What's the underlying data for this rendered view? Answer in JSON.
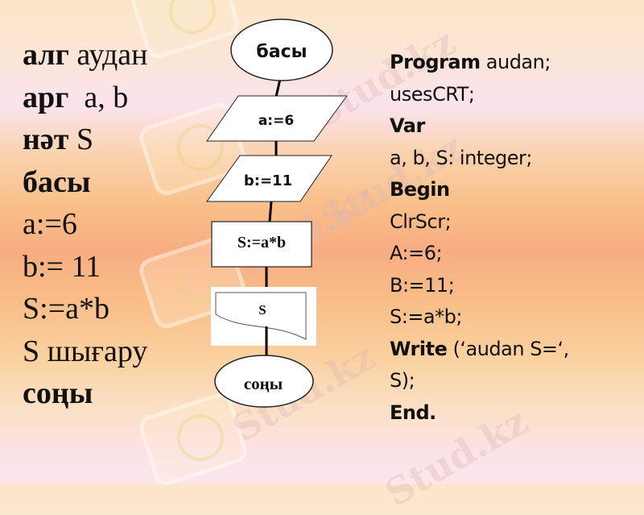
{
  "watermark": {
    "text": "Stud.kz"
  },
  "algorithm": {
    "lines": [
      {
        "keyword": "алг",
        "text": " аудан"
      },
      {
        "keyword": "арг",
        "text": "  a, b"
      },
      {
        "keyword": "нәт",
        "text": " S"
      },
      {
        "keyword": "басы",
        "text": ""
      },
      {
        "keyword": "",
        "text": "a:=6"
      },
      {
        "keyword": "",
        "text": "b:= 11"
      },
      {
        "keyword": "",
        "text": "S:=a*b"
      },
      {
        "keyword": "",
        "text": "S шығару"
      },
      {
        "keyword": "соңы",
        "text": ""
      }
    ]
  },
  "flowchart": {
    "start": "басы",
    "input_a": "a:=6",
    "input_b": "b:=11",
    "process": "S:=a*b",
    "output": "S",
    "end": "соңы"
  },
  "program": {
    "lines": [
      {
        "keyword": "Program",
        "text": " audan;"
      },
      {
        "keyword": "",
        "text": "usesCRT;"
      },
      {
        "keyword": "Var",
        "text": ""
      },
      {
        "keyword": "",
        "text": "a, b, S: integer;"
      },
      {
        "keyword": "Begin",
        "text": ""
      },
      {
        "keyword": "",
        "text": "ClrScr;"
      },
      {
        "keyword": "",
        "text": "A:=6;"
      },
      {
        "keyword": "",
        "text": "B:=11;"
      },
      {
        "keyword": "",
        "text": "S:=a*b;"
      },
      {
        "keyword": "Write",
        "text": " (‘audan S=‘,"
      },
      {
        "keyword": "",
        "text": "S);"
      },
      {
        "keyword": "End.",
        "text": ""
      }
    ]
  }
}
